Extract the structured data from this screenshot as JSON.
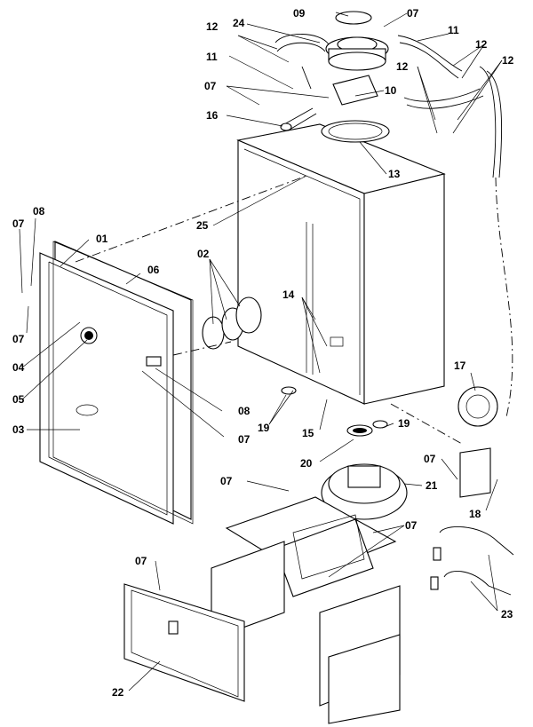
{
  "diagram": {
    "labels": {
      "l01": "01",
      "l02": "02",
      "l03": "03",
      "l04": "04",
      "l05": "05",
      "l06": "06",
      "l07": "07",
      "l08": "08",
      "l09": "09",
      "l10": "10",
      "l11": "11",
      "l12": "12",
      "l13": "13",
      "l14": "14",
      "l15": "15",
      "l16": "16",
      "l17": "17",
      "l18": "18",
      "l19": "19",
      "l20": "20",
      "l21": "21",
      "l22": "22",
      "l23": "23",
      "l24": "24",
      "l25": "25"
    }
  }
}
